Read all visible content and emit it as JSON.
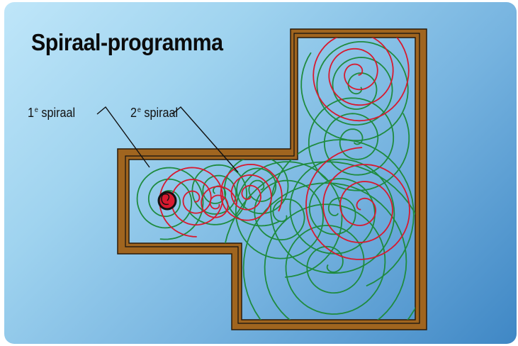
{
  "title": "Spiraal-programma",
  "labels": {
    "first": {
      "prefix": "1",
      "sup": "e",
      "text": "spiraal"
    },
    "second": {
      "prefix": "2",
      "sup": "e",
      "text": "spiraal"
    }
  },
  "colors": {
    "first_spiral": "#1f8b3f",
    "second_spiral": "#d8192f",
    "wall": "#a0651f",
    "start_dot": "#d8192f"
  }
}
